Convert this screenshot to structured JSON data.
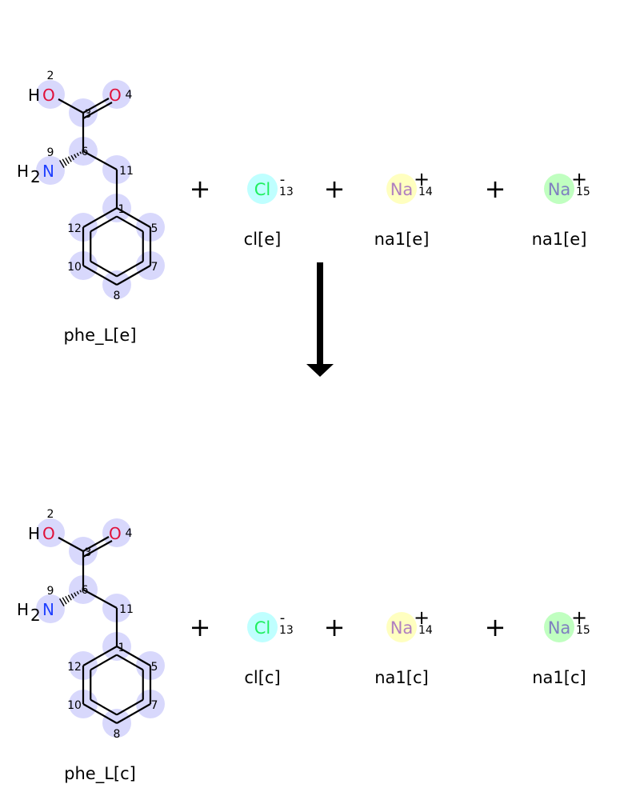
{
  "reactants": {
    "molecule_name": "phe_L[e]",
    "ions": [
      {
        "symbol": "Cl",
        "charge": "-",
        "index": "13",
        "name": "cl[e]",
        "circle_color": "#bfffff",
        "text_color": "#1fef5f"
      },
      {
        "symbol": "Na",
        "charge": "+",
        "index": "14",
        "name": "na1[e]",
        "circle_color": "#ffffc0",
        "text_color": "#b07fc0"
      },
      {
        "symbol": "Na",
        "charge": "+",
        "index": "15",
        "name": "na1[e]",
        "circle_color": "#c0ffc0",
        "text_color": "#7f7fc0"
      }
    ]
  },
  "products": {
    "molecule_name": "phe_L[c]",
    "ions": [
      {
        "symbol": "Cl",
        "charge": "-",
        "index": "13",
        "name": "cl[c]",
        "circle_color": "#bfffff",
        "text_color": "#1fef5f"
      },
      {
        "symbol": "Na",
        "charge": "+",
        "index": "14",
        "name": "na1[c]",
        "circle_color": "#ffffc0",
        "text_color": "#b07fc0"
      },
      {
        "symbol": "Na",
        "charge": "+",
        "index": "15",
        "name": "na1[c]",
        "circle_color": "#c0ffc0",
        "text_color": "#7f7fc0"
      }
    ]
  },
  "molecule": {
    "atom_labels": {
      "O_hydroxyl": "HO",
      "O_carbonyl": "O",
      "N": "N",
      "H2": "H2"
    },
    "atom_indices": [
      "1",
      "2",
      "3",
      "4",
      "5",
      "6",
      "7",
      "8",
      "9",
      "10",
      "11",
      "12"
    ],
    "highlight_color": "#d8d8fc",
    "oxygen_color": "#e0103a",
    "nitrogen_color": "#2040ff"
  },
  "plus_sign": "+",
  "arrow_direction": "down"
}
